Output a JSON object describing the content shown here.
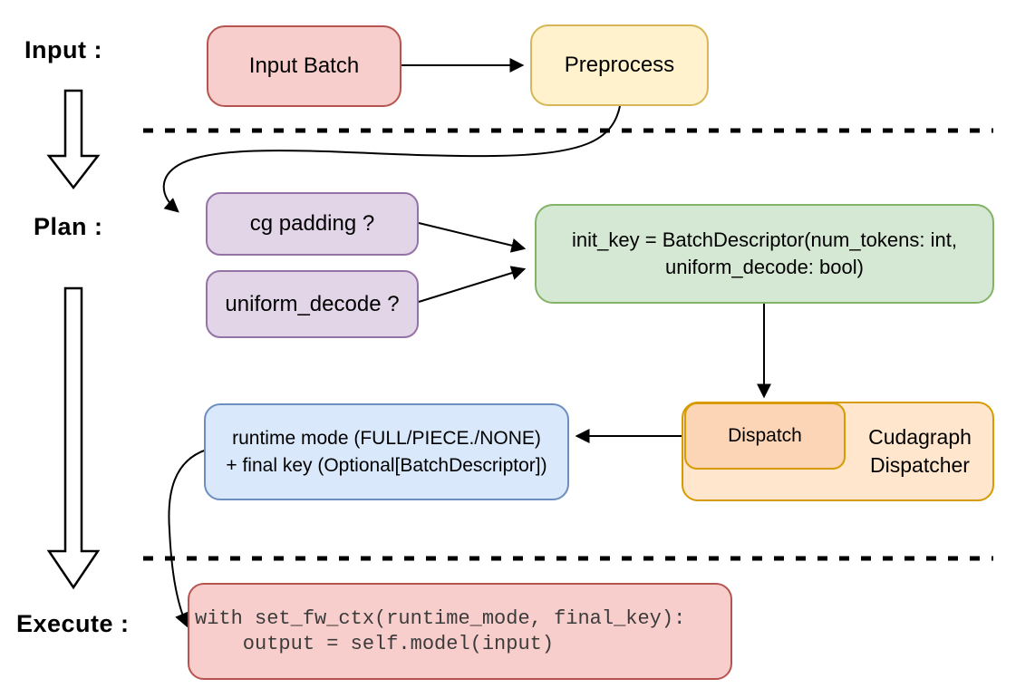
{
  "stages": {
    "input_label": "Input :",
    "plan_label": "Plan :",
    "execute_label": "Execute :"
  },
  "nodes": {
    "input_batch": {
      "label": "Input Batch",
      "fill": "#F8CECC",
      "border": "#B85450"
    },
    "preprocess": {
      "label": "Preprocess",
      "fill": "#FFF2CC",
      "border": "#D6B656"
    },
    "cg_padding": {
      "label": "cg padding ?",
      "fill": "#E1D5E7",
      "border": "#9673A6"
    },
    "uniform_decode": {
      "label": "uniform_decode ?",
      "fill": "#E1D5E7",
      "border": "#9673A6"
    },
    "init_key": {
      "line1": "init_key = BatchDescriptor(num_tokens: int,",
      "line2": "uniform_decode: bool)",
      "fill": "#D5E8D4",
      "border": "#82B366"
    },
    "dispatch": {
      "label": "Dispatch",
      "fill": "#FBD5B5",
      "border": "#D79B00"
    },
    "cudagraph_dispatcher": {
      "line1": "Cudagraph",
      "line2": "Dispatcher",
      "fill": "#FFE6CC",
      "border": "#D79B00"
    },
    "runtime_mode": {
      "line1": "runtime mode (FULL/PIECE./NONE)",
      "line2": "+ final key (Optional[BatchDescriptor])",
      "fill": "#DAE8FC",
      "border": "#6C8EBF"
    },
    "execute_code": {
      "line1": "with set_fw_ctx(runtime_mode, final_key):",
      "line2": "    output = self.model(input)",
      "fill": "#F8CECC",
      "border": "#B85450"
    }
  },
  "connectors": {
    "input_batch_to_preprocess": "arrow",
    "preprocess_to_cg_padding": "curved-arrow",
    "cg_padding_to_init_key": "arrow",
    "uniform_decode_to_init_key": "arrow",
    "init_key_to_dispatch": "arrow",
    "dispatch_to_runtime_mode": "arrow",
    "runtime_mode_to_execute_code": "curved-arrow",
    "divider_top": "dashed-line",
    "divider_bottom": "dashed-line",
    "flow_input_to_plan": "hollow-arrow",
    "flow_plan_to_execute": "hollow-arrow"
  },
  "colors": {
    "connector": "#000000",
    "background": "#ffffff",
    "text": "#000000",
    "code_text": "#3b3b3b"
  }
}
